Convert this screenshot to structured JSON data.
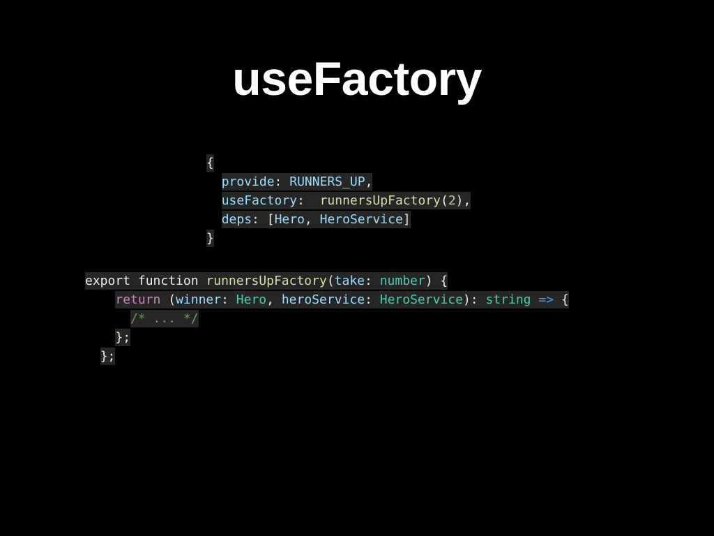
{
  "title": "useFactory",
  "colors": {
    "background": "#000000",
    "title": "#ffffff",
    "code_background": "#262626",
    "plain": "#ececec",
    "identifier": "#9cdcfe",
    "function_name": "#dcdcaa",
    "type": "#4ec9b0",
    "keyword_control": "#c586c0",
    "keyword": "#569cd6",
    "number": "#b5cea8",
    "comment": "#6a9955"
  },
  "code_blocks": [
    {
      "lines": [
        [
          {
            "t": "{",
            "c": "plain"
          }
        ],
        [
          {
            "t": "  ",
            "c": "plain"
          },
          {
            "t": "provide",
            "c": "identifier"
          },
          {
            "t": ": ",
            "c": "plain"
          },
          {
            "t": "RUNNERS_UP",
            "c": "identifier"
          },
          {
            "t": ",",
            "c": "plain"
          }
        ],
        [
          {
            "t": "  ",
            "c": "plain"
          },
          {
            "t": "useFactory",
            "c": "identifier"
          },
          {
            "t": ":  ",
            "c": "plain"
          },
          {
            "t": "runnersUpFactory",
            "c": "function_name"
          },
          {
            "t": "(",
            "c": "plain"
          },
          {
            "t": "2",
            "c": "number"
          },
          {
            "t": "),",
            "c": "plain"
          }
        ],
        [
          {
            "t": "  ",
            "c": "plain"
          },
          {
            "t": "deps",
            "c": "identifier"
          },
          {
            "t": ": [",
            "c": "plain"
          },
          {
            "t": "Hero",
            "c": "identifier"
          },
          {
            "t": ", ",
            "c": "plain"
          },
          {
            "t": "HeroService",
            "c": "identifier"
          },
          {
            "t": "]",
            "c": "plain"
          }
        ],
        [
          {
            "t": "}",
            "c": "plain"
          }
        ]
      ]
    },
    {
      "lines": [
        [
          {
            "t": "export",
            "c": "plain"
          },
          {
            "t": " ",
            "c": "plain"
          },
          {
            "t": "function",
            "c": "plain"
          },
          {
            "t": " ",
            "c": "plain"
          },
          {
            "t": "runnersUpFactory",
            "c": "function_name"
          },
          {
            "t": "(",
            "c": "plain"
          },
          {
            "t": "take",
            "c": "identifier"
          },
          {
            "t": ": ",
            "c": "plain"
          },
          {
            "t": "number",
            "c": "type"
          },
          {
            "t": ") {",
            "c": "plain"
          }
        ],
        [
          {
            "t": "    ",
            "c": "plain"
          },
          {
            "t": "return",
            "c": "keyword_control"
          },
          {
            "t": " (",
            "c": "plain"
          },
          {
            "t": "winner",
            "c": "identifier"
          },
          {
            "t": ": ",
            "c": "plain"
          },
          {
            "t": "Hero",
            "c": "type"
          },
          {
            "t": ", ",
            "c": "plain"
          },
          {
            "t": "heroService",
            "c": "identifier"
          },
          {
            "t": ": ",
            "c": "plain"
          },
          {
            "t": "HeroService",
            "c": "type"
          },
          {
            "t": "): ",
            "c": "plain"
          },
          {
            "t": "string",
            "c": "type"
          },
          {
            "t": " ",
            "c": "plain"
          },
          {
            "t": "=>",
            "c": "keyword"
          },
          {
            "t": " {",
            "c": "plain"
          }
        ],
        [
          {
            "t": "      ",
            "c": "plain"
          },
          {
            "t": "/* ... */",
            "c": "comment"
          }
        ],
        [
          {
            "t": "    ",
            "c": "plain"
          },
          {
            "t": "};",
            "c": "plain"
          }
        ],
        [
          {
            "t": "  ",
            "c": "plain"
          },
          {
            "t": "};",
            "c": "plain"
          }
        ]
      ]
    }
  ]
}
